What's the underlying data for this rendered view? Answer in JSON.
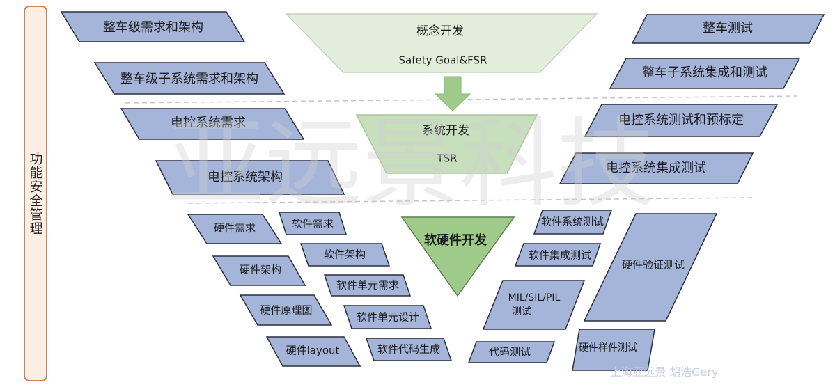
{
  "side_label": "功能安全管理",
  "watermark": "亚远景科技",
  "credit": "上海亚远景 胡浩Gery",
  "funnel": {
    "concept": {
      "title": "概念开发",
      "subtitle": "Safety Goal&FSR"
    },
    "system": {
      "title": "系统开发",
      "subtitle": "TSR"
    },
    "hw_sw": {
      "title": "软硬件开发"
    }
  },
  "left_boxes": {
    "vehicle_req": "整车级需求和架构",
    "subsystem_req": "整车级子系统需求和架构",
    "ecu_req": "电控系统需求",
    "ecu_arch": "电控系统架构"
  },
  "hw_left": {
    "hw_req": "硬件需求",
    "hw_arch": "硬件架构",
    "hw_schematic": "硬件原理图",
    "hw_layout": "硬件layout"
  },
  "sw_left": {
    "sw_req": "软件需求",
    "sw_arch": "软件架构",
    "sw_unit_req": "软件单元需求",
    "sw_unit_design": "软件单元设计",
    "sw_codegen": "软件代码生成"
  },
  "right_boxes": {
    "vehicle_test": "整车测试",
    "subsystem_test": "整车子系统集成和测试",
    "ecu_test_cal": "电控系统测试和预标定",
    "ecu_integration": "电控系统集成测试"
  },
  "sw_right": {
    "sw_system_test": "软件系统测试",
    "sw_integration_test": "软件集成测试",
    "mil_sil_pil": "MIL/SIL/PIL",
    "mil_test": "测试",
    "code_test": "代码测试"
  },
  "hw_right": {
    "hw_verification": "硬件验证测试",
    "hw_sample_test": "硬件样件测试"
  },
  "colors": {
    "box_fill": "#a5b5da",
    "box_stroke": "#2a2f3c",
    "concept_fill": "#e2eedb",
    "concept_text": "#b9c6b2",
    "system_fill": "#c7dfbd",
    "hwsw_fill": "#9fcb8a",
    "arrow_fill": "#9fcb8a"
  }
}
